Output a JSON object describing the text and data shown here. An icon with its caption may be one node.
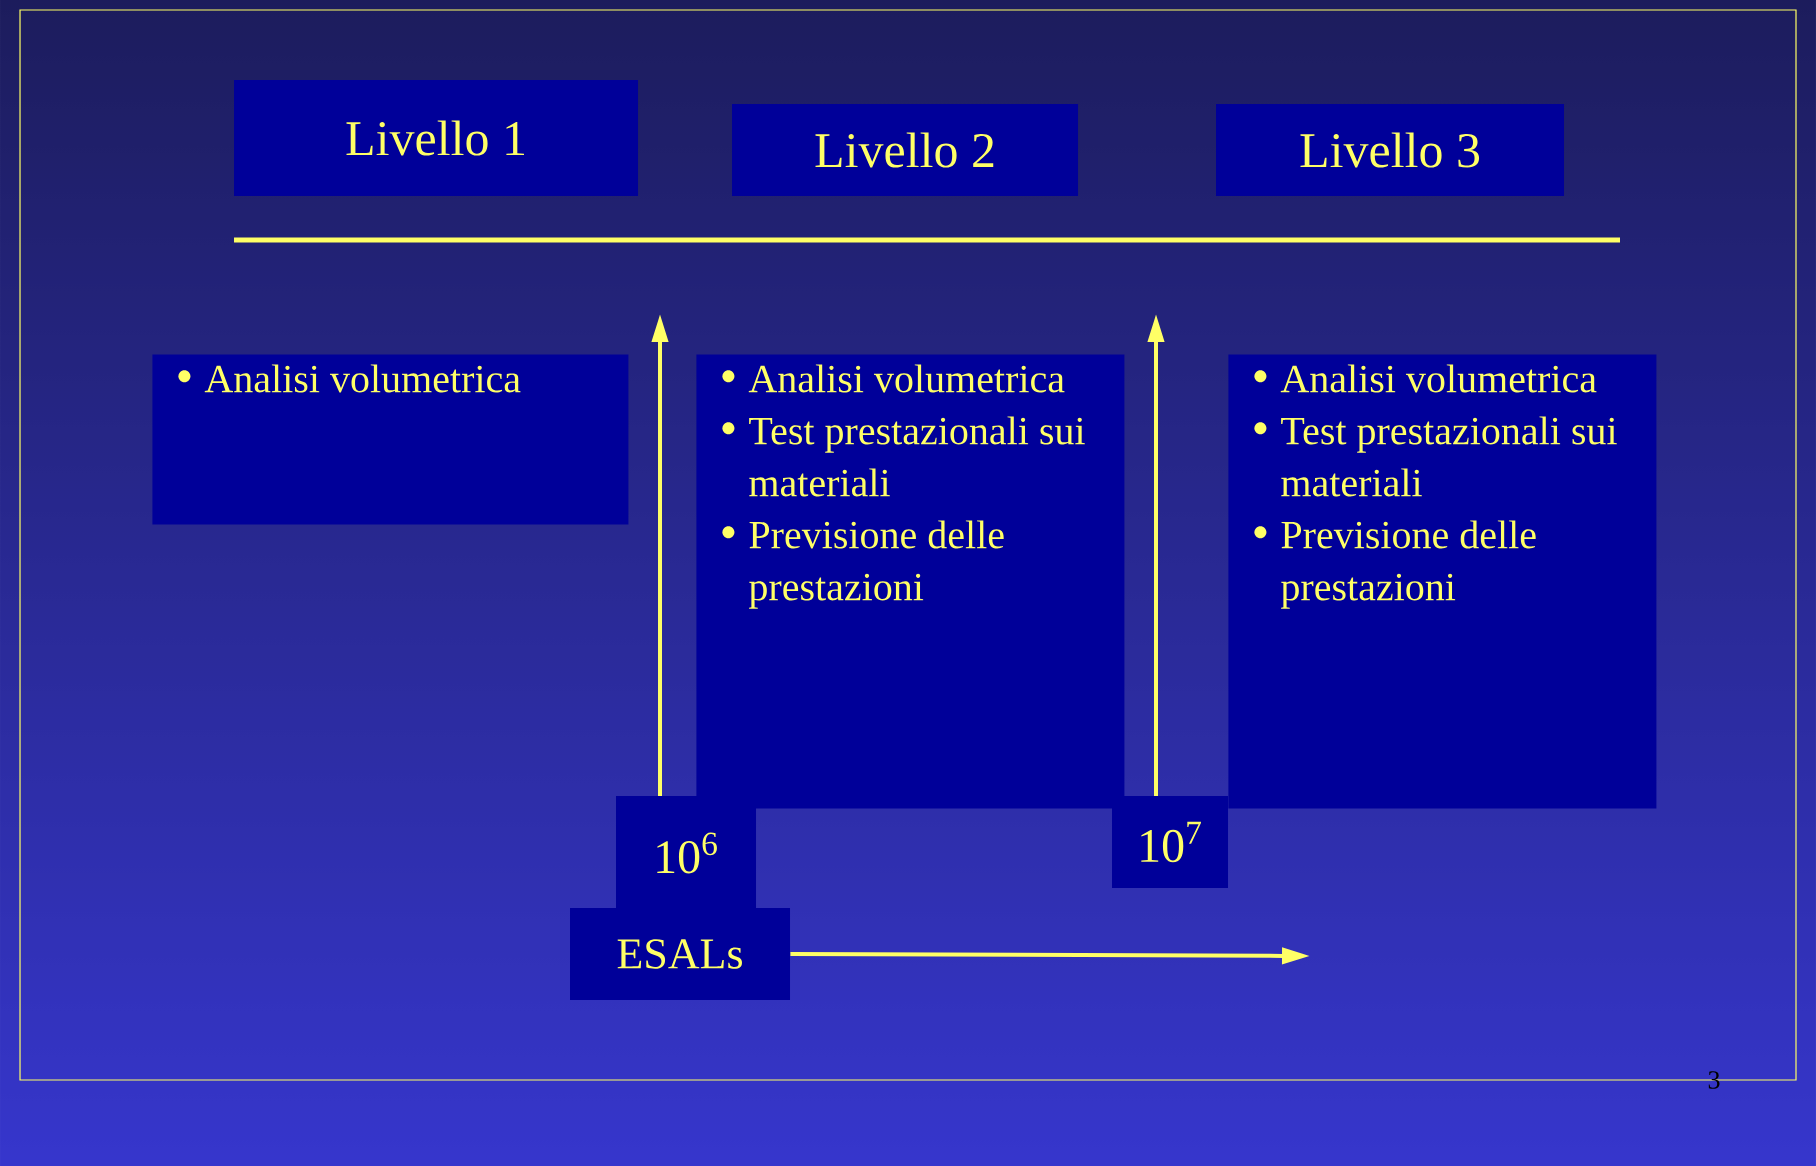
{
  "diagram": {
    "nodes": [
      {
        "text": [
          "Livello 1"
        ]
      },
      {
        "text": [
          "Livello 2"
        ]
      },
      {
        "text": [
          "Livello 3"
        ]
      },
      {
        "text": [
          "Analisi volumetrica"
        ]
      },
      {
        "text": [
          "Analisi volumetrica",
          "Test prestazionali sui materiali",
          "Previsione delle prestazioni"
        ]
      },
      {
        "text": [
          "Analisi volumetrica",
          "Test prestazionali sui materiali",
          "Previsione delle prestazioni"
        ]
      },
      {
        "text": [
          "10$^{6}$"
        ]
      },
      {
        "text": [
          "10$^{7}$"
        ]
      },
      {
        "text": [
          "ESALs"
        ]
      }
    ],
    "edges": [
      {
        "from": 6,
        "to": null,
        "arrow": "to"
      },
      {
        "from": 7,
        "to": null,
        "arrow": "to"
      },
      {
        "from": 8,
        "to": null,
        "arrow": "to"
      }
    ],
    "labels": [
      "3"
    ]
  }
}
